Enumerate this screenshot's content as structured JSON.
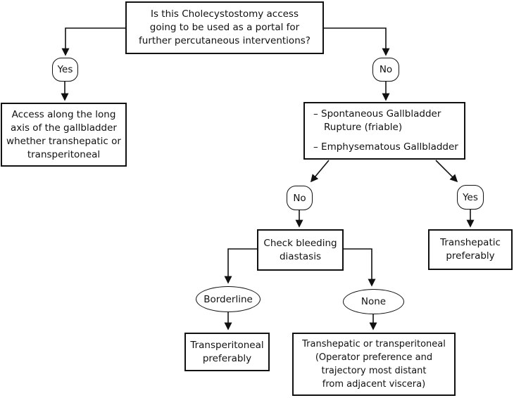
{
  "flowchart": {
    "question": "Is this Cholecystostomy access\ngoing to be used as a portal for\nfurther percutaneous interventions?",
    "yes1": "Yes",
    "no1": "No",
    "access": "Access along the long\naxis of the gallbladder\nwhether transhepatic or\ntransperitoneal",
    "conditions": {
      "items": [
        "– Spontaneous Gallbladder\nRupture (friable)",
        "– Emphysematous Gallbladder"
      ]
    },
    "no2": "No",
    "yes2": "Yes",
    "check_bleeding": "Check bleeding\ndiastasis",
    "transhepatic": "Transhepatic\npreferably",
    "borderline": "Borderline",
    "none": "None",
    "transperitoneal": "Transperitoneal\npreferably",
    "final": "Transhepatic or transperitoneal\n(Operator preference and\ntrajectory most distant\nfrom adjacent viscera)"
  },
  "colors": {
    "line": "#111111",
    "background": "#ffffff",
    "text": "#111111"
  }
}
